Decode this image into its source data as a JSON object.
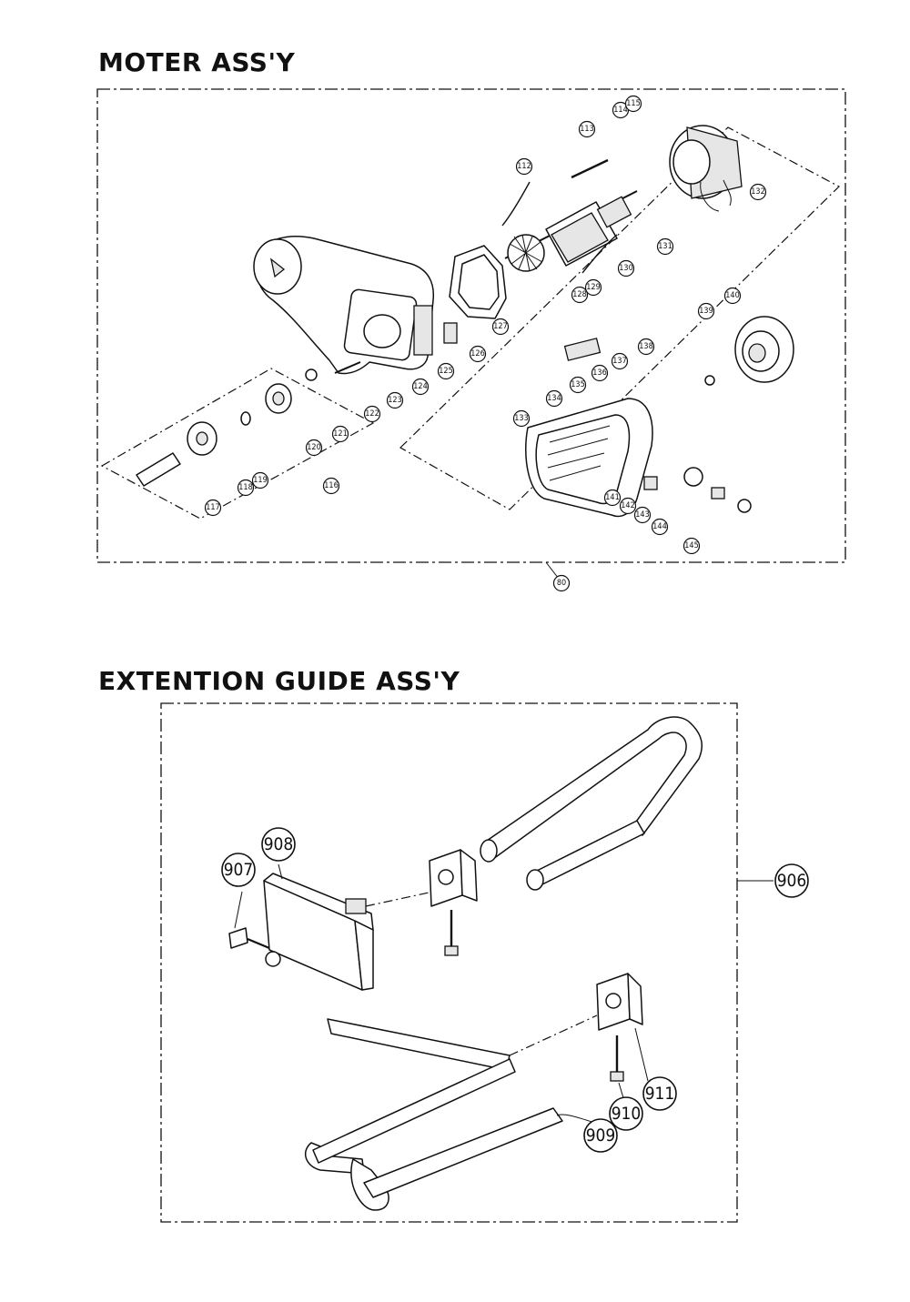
{
  "titles": {
    "motor": "MOTER ASS'Y",
    "extension": "EXTENTION GUIDE ASS'Y"
  },
  "motor_callouts": [
    "80",
    "112",
    "113",
    "114",
    "115",
    "116",
    "117",
    "118",
    "119",
    "120",
    "121",
    "122",
    "123",
    "124",
    "125",
    "126",
    "127",
    "128",
    "129",
    "130",
    "131",
    "132",
    "133",
    "134",
    "135",
    "136",
    "137",
    "138",
    "139",
    "140",
    "141",
    "142",
    "143",
    "144",
    "145"
  ],
  "guide_callouts": [
    "906",
    "907",
    "908",
    "909",
    "910",
    "911"
  ]
}
